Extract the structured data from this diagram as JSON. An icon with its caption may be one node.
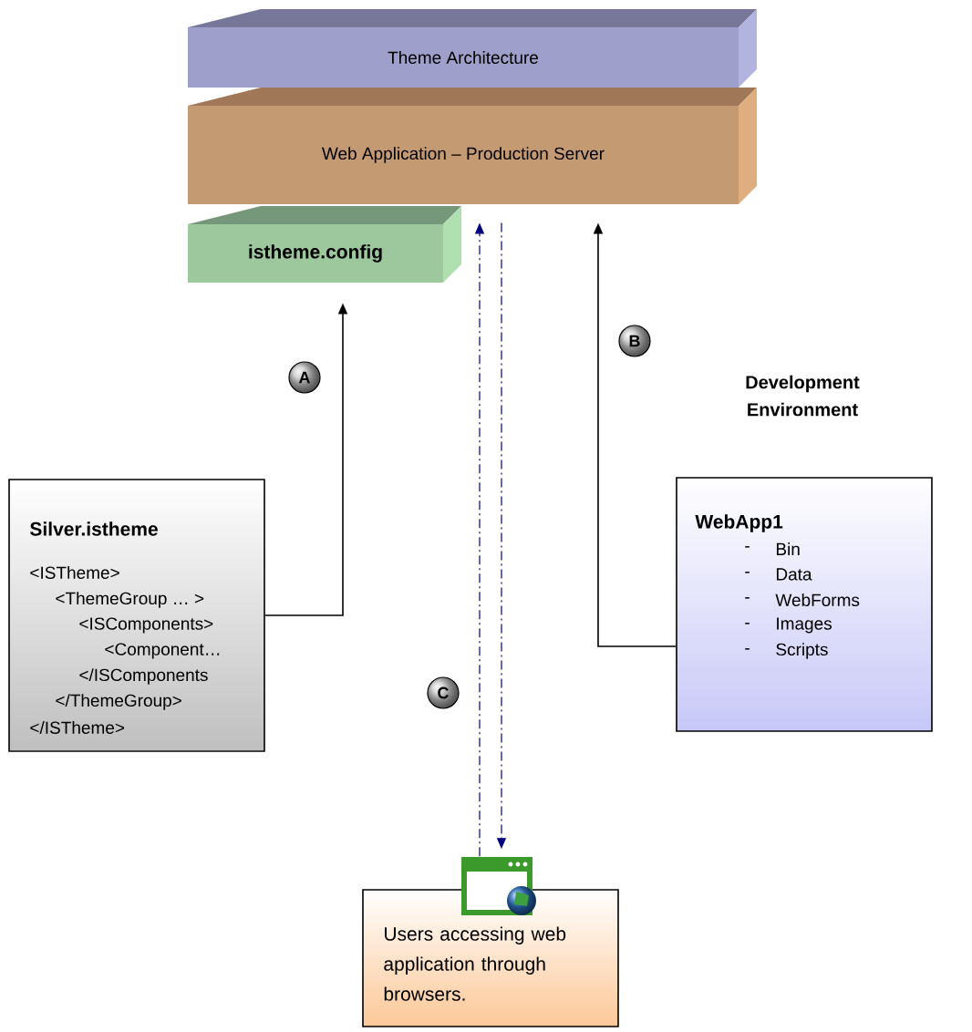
{
  "diagram": {
    "nodes": [
      {
        "text": [
          "Theme Architecture"
        ]
      },
      {
        "text": [
          "Web Application – Production Server"
        ]
      },
      {
        "text": [
          "istheme.config"
        ]
      },
      {
        "text": [
          "Silver.istheme",
          "<ISTheme>",
          "<ThemeGroup … >",
          "<ISComponents>",
          "<Component…",
          "</ISComponents",
          "</ThemeGroup>",
          "</ISTheme>"
        ]
      },
      {
        "text": [
          "Development Environment",
          "WebApp1",
          "-",
          "Bin",
          "-",
          "Data",
          "-",
          "WebForms",
          "-",
          "Images",
          "-",
          "Scripts"
        ]
      },
      {
        "text": [
          "Users accessing web application through browsers."
        ]
      }
    ],
    "edges": [
      {
        "from": 3,
        "to": 2,
        "arrow": "to",
        "label": "A"
      },
      {
        "from": 4,
        "to": 1,
        "arrow": "to",
        "label": "B"
      },
      {
        "from": 5,
        "to": 1,
        "arrow": "to",
        "label": "C",
        "style": "dashed",
        "color": "#000080"
      },
      {
        "from": 1,
        "to": 5,
        "arrow": "to",
        "style": "dashed",
        "color": "#000080"
      }
    ]
  }
}
